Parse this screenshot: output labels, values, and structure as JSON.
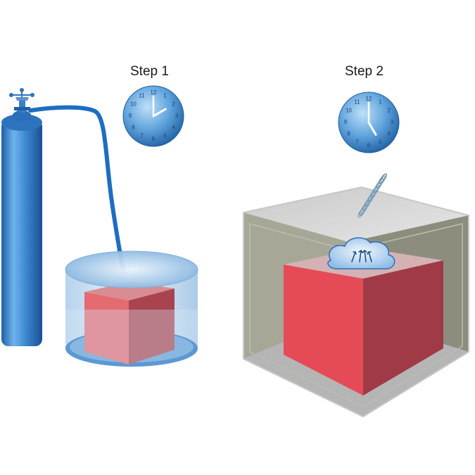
{
  "steps": [
    {
      "label": "Step 1",
      "clock": {
        "hour": 2,
        "minute": 0,
        "numbers": [
          "12",
          "1",
          "2",
          "3",
          "4",
          "5",
          "6",
          "7",
          "8",
          "9",
          "10",
          "11"
        ]
      }
    },
    {
      "label": "Step 2",
      "clock": {
        "hour": 5,
        "minute": 0,
        "numbers": [
          "12",
          "1",
          "2",
          "3",
          "4",
          "5",
          "6",
          "7",
          "8",
          "9",
          "10",
          "11"
        ]
      }
    }
  ],
  "colors": {
    "cylinder": "#2f7fc6",
    "hose": "#1e6dc1",
    "clock_face": "#5aa0dc",
    "cube_front": "#e64b55",
    "cube_side": "#a83a47",
    "chamber_wall": "#9a9a88",
    "chamber_top": "#d8d8d8"
  }
}
